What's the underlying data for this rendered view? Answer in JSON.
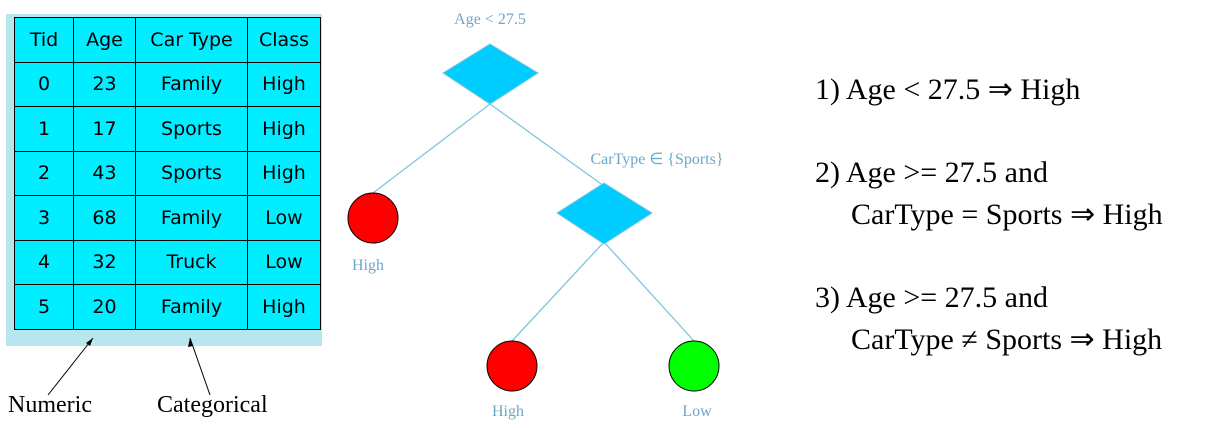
{
  "table": {
    "headers": [
      "Tid",
      "Age",
      "Car Type",
      "Class"
    ],
    "rows": [
      [
        "0",
        "23",
        "Family",
        "High"
      ],
      [
        "1",
        "17",
        "Sports",
        "High"
      ],
      [
        "2",
        "43",
        "Sports",
        "High"
      ],
      [
        "3",
        "68",
        "Family",
        "Low"
      ],
      [
        "4",
        "32",
        "Truck",
        "Low"
      ],
      [
        "5",
        "20",
        "Family",
        "High"
      ]
    ]
  },
  "annotations": {
    "numeric": "Numeric",
    "categorical": "Categorical"
  },
  "tree": {
    "root_label": "Age < 27.5",
    "split_label": "CarType ∈ {Sports}",
    "leaf_left": "High",
    "leaf_mid": "High",
    "leaf_right": "Low"
  },
  "rules": {
    "r1": "1) Age < 27.5 ⇒ High",
    "r2_line1": "2) Age >= 27.5 and",
    "r2_line2": "CarType = Sports ⇒ High",
    "r3_line1": "3) Age >= 27.5 and",
    "r3_line2": "CarType ≠ Sports ⇒ High"
  },
  "colors": {
    "table_fill": "#00eeff",
    "diamond_fill": "#00ccff",
    "leaf_high": "#ff0000",
    "leaf_low": "#00ff00",
    "edge": "#7fc5dd",
    "tree_text": "#6ba7c9"
  }
}
